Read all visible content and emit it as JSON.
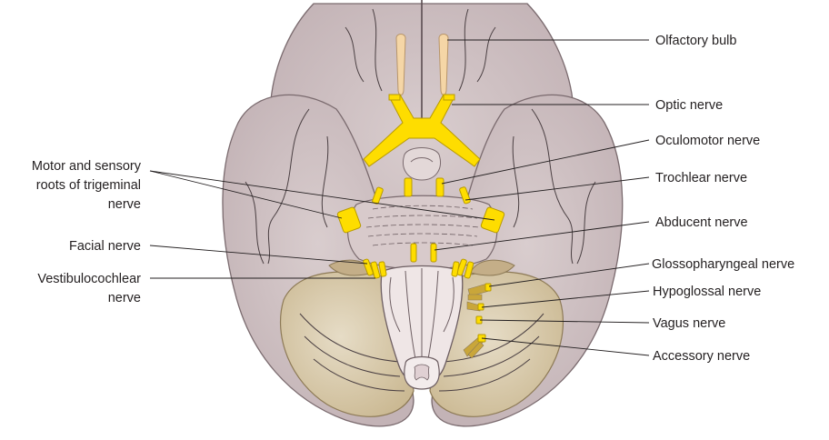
{
  "labels": {
    "olfactory_bulb": "Olfactory bulb",
    "optic_nerve": "Optic nerve",
    "oculomotor_nerve": "Oculomotor nerve",
    "trochlear_nerve": "Trochlear nerve",
    "abducent_nerve": "Abducent nerve",
    "glossopharyngeal_nerve": "Glossopharyngeal nerve",
    "hypoglossal_nerve": "Hypoglossal nerve",
    "vagus_nerve": "Vagus nerve",
    "accessory_nerve": "Accessory nerve",
    "trigeminal": [
      "Motor and sensory",
      "roots of trigeminal",
      "nerve"
    ],
    "facial_nerve": "Facial nerve",
    "vestibulocochlear": [
      "Vestibulocochlear",
      "nerve"
    ]
  },
  "colors": {
    "cerebrum": "#cfc1c3",
    "cerebellum": "#ddcfb4",
    "brainstem": "#efe6e6",
    "nerve": "#fedd00",
    "olfactory": "#f5d6a6",
    "text": "#231f20"
  }
}
